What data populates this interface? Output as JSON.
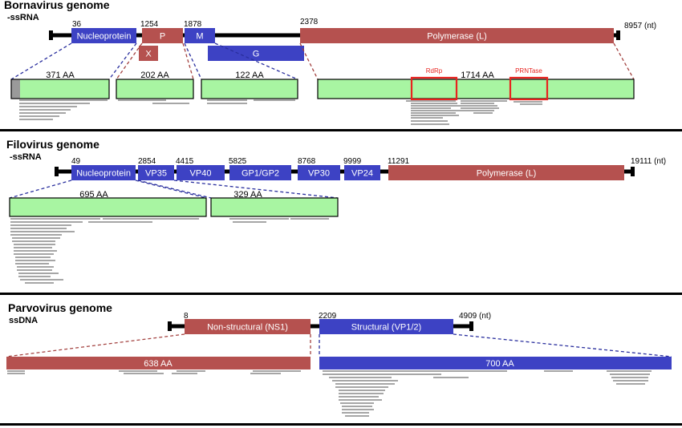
{
  "colors": {
    "red_gene": "#b5514f",
    "blue_gene": "#3d42c4",
    "green_light": "#a8f5a2",
    "green_dark": "#1e2e1e",
    "read": "#a6a6a6",
    "zoom_red": "#a3413f",
    "zoom_blue": "#2a2f9e",
    "domain_red": "#e8231f",
    "separator": "#000000"
  },
  "bornavirus": {
    "title": "Bornavirus genome",
    "subtitle": "-ssRNA",
    "genes": {
      "nucleoprotein": {
        "label": "Nucleoprotein",
        "start": "36"
      },
      "p": {
        "label": "P",
        "start": "1254"
      },
      "x": {
        "label": "X"
      },
      "m": {
        "label": "M",
        "start": "1878"
      },
      "g": {
        "label": "G"
      },
      "polymerase": {
        "label": "Polymerase (L)",
        "start": "2378"
      }
    },
    "end_label": "8957 (nt)",
    "proteins": {
      "np": {
        "length": "371 AA"
      },
      "p": {
        "length": "202 AA"
      },
      "m": {
        "length": "122 AA"
      },
      "l": {
        "length": "1714 AA"
      }
    },
    "domains": {
      "rdrp": "RdRp",
      "prntase": "PRNTase"
    }
  },
  "filovirus": {
    "title": "Filovirus genome",
    "subtitle": "-ssRNA",
    "genes": {
      "nucleoprotein": {
        "label": "Nucleoprotein",
        "start": "49"
      },
      "vp35": {
        "label": "VP35",
        "start": "2854"
      },
      "vp40": {
        "label": "VP40",
        "start": "4415"
      },
      "gp": {
        "label": "GP1/GP2",
        "start": "5825"
      },
      "vp30": {
        "label": "VP30",
        "start": "8768"
      },
      "vp24": {
        "label": "VP24",
        "start": "9999"
      },
      "polymerase": {
        "label": "Polymerase (L)",
        "start": "11291"
      }
    },
    "end_label": "19111 (nt)",
    "proteins": {
      "np": {
        "length": "695 AA"
      },
      "vp35": {
        "length": "329 AA"
      }
    }
  },
  "parvovirus": {
    "title": "Parvovirus genome",
    "subtitle": "ssDNA",
    "genes": {
      "ns1": {
        "label": "Non-structural (NS1)",
        "start": "8"
      },
      "vp": {
        "label": "Structural (VP1/2)",
        "start": "2209"
      }
    },
    "end_label": "4909 (nt)",
    "proteins": {
      "ns1": {
        "length": "638 AA"
      },
      "vp": {
        "length": "700 AA"
      }
    }
  }
}
